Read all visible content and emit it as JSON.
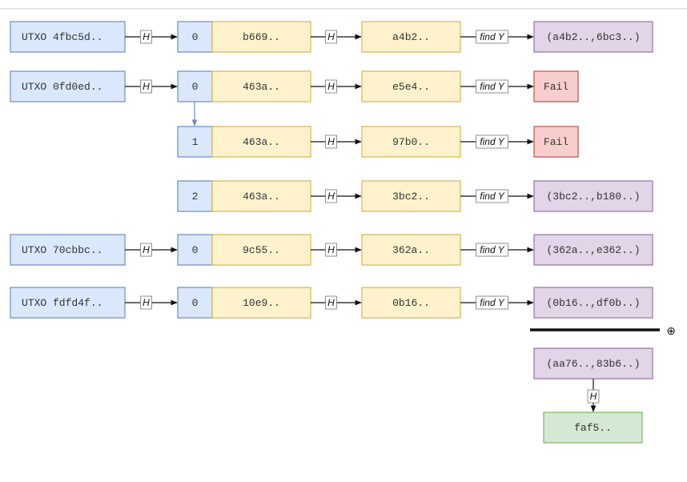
{
  "colors": {
    "blue_fill": "#dae8fc",
    "blue_stroke": "#6c8ebf",
    "yellow_fill": "#fff2cc",
    "yellow_stroke": "#d6b656",
    "purple_fill": "#e1d5e7",
    "purple_stroke": "#9673a6",
    "red_fill": "#f8cecc",
    "red_stroke": "#b85450",
    "green_fill": "#d5e8d4",
    "green_stroke": "#82b366"
  },
  "labels": {
    "hash": "H",
    "find": "find Y",
    "xor": "⊕"
  },
  "rows": [
    {
      "utxo": "UTXO 4fbc5d..",
      "counter": "0",
      "input": "b669..",
      "hash": "a4b2..",
      "result": "(a4b2..,6bc3..)",
      "status": "ok"
    },
    {
      "utxo": "UTXO 0fd0ed..",
      "counter": "0",
      "input": "463a..",
      "hash": "e5e4..",
      "result": "Fail",
      "status": "fail"
    },
    {
      "utxo": "",
      "counter": "1",
      "input": "463a..",
      "hash": "97b0..",
      "result": "Fail",
      "status": "fail"
    },
    {
      "utxo": "",
      "counter": "2",
      "input": "463a..",
      "hash": "3bc2..",
      "result": "(3bc2..,b180..)",
      "status": "ok"
    },
    {
      "utxo": "UTXO 70cbbc..",
      "counter": "0",
      "input": "9c55..",
      "hash": "362a..",
      "result": "(362a..,e362..)",
      "status": "ok"
    },
    {
      "utxo": "UTXO fdfd4f..",
      "counter": "0",
      "input": "10e9..",
      "hash": "0b16..",
      "result": "(0b16..,df0b..)",
      "status": "ok"
    }
  ],
  "combined": "(aa76..,83b6..)",
  "final": "faf5.."
}
